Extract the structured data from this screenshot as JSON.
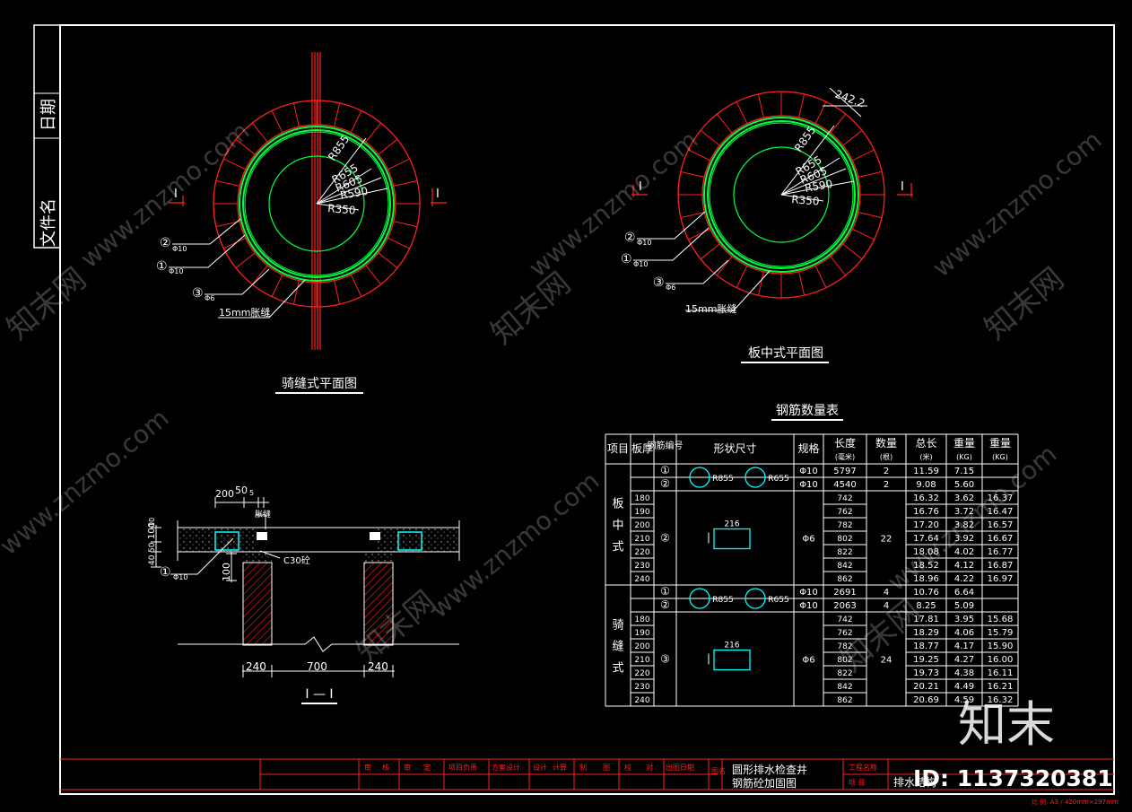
{
  "side_panel": {
    "date_label": "日期",
    "filename_label": "文件名"
  },
  "drawings": {
    "qifeng": {
      "title": "骑缝式平面图",
      "section_mark": "I",
      "radii": [
        "R855",
        "R655",
        "R605",
        "R590",
        "R350"
      ],
      "callouts": [
        {
          "num": "②",
          "spec": "Φ10"
        },
        {
          "num": "①",
          "spec": "Φ10"
        },
        {
          "num": "③",
          "spec": "Φ6"
        }
      ],
      "joint_label": "15mm胀缝"
    },
    "banzhong": {
      "title": "板中式平面图",
      "section_mark": "I",
      "top_dim": "242.2",
      "radii": [
        "R855",
        "R655",
        "R605",
        "R590",
        "R350"
      ],
      "callouts": [
        {
          "num": "②",
          "spec": "Φ10"
        },
        {
          "num": "①",
          "spec": "Φ10"
        },
        {
          "num": "③",
          "spec": "Φ6"
        }
      ],
      "joint_label": "15mm胀缝"
    },
    "section": {
      "title": "I — I",
      "top_dims": [
        "200",
        "50",
        "5"
      ],
      "joint_label": "胀缝",
      "concrete_label": "C30砼",
      "left_dims": [
        "100",
        "50",
        "40",
        "10"
      ],
      "callout": {
        "num": "①",
        "spec": "Φ10"
      },
      "dim_100": "100",
      "bottom_dims": [
        "240",
        "700",
        "240"
      ]
    }
  },
  "rebar_table": {
    "title": "钢筋数量表",
    "headers": {
      "item": "项目",
      "thickness": "板厚",
      "bar_no": "钢筋编号",
      "shape": "形状尺寸",
      "spec": "规格",
      "length": "长度",
      "length_unit": "(毫米)",
      "qty": "数量",
      "qty_unit": "(根)",
      "total_len": "总长",
      "total_len_unit": "(米)",
      "weight1": "重量",
      "weight1_unit": "(KG)",
      "weight2": "重量",
      "weight2_unit": "(KG)"
    },
    "groups": [
      {
        "name": "板中式",
        "ring_rows": [
          {
            "no": "①",
            "spec": "Φ10",
            "length": "5797",
            "qty": "2",
            "total": "11.59",
            "w1": "7.15",
            "w2": ""
          },
          {
            "no": "②",
            "spec": "Φ10",
            "length": "4540",
            "qty": "2",
            "total": "9.08",
            "w1": "5.60",
            "w2": ""
          }
        ],
        "ring_shape": {
          "r1": "R855",
          "r2": "R655"
        },
        "stirrup": {
          "no": "②",
          "spec": "Φ6",
          "qty": "22",
          "shape_dim": "216"
        },
        "rows": [
          {
            "t": "180",
            "length": "742",
            "total": "16.32",
            "w1": "3.62",
            "w2": "16.37"
          },
          {
            "t": "190",
            "length": "762",
            "total": "16.76",
            "w1": "3.72",
            "w2": "16.47"
          },
          {
            "t": "200",
            "length": "782",
            "total": "17.20",
            "w1": "3.82",
            "w2": "16.57"
          },
          {
            "t": "210",
            "length": "802",
            "total": "17.64",
            "w1": "3.92",
            "w2": "16.67"
          },
          {
            "t": "220",
            "length": "822",
            "total": "18.08",
            "w1": "4.02",
            "w2": "16.77"
          },
          {
            "t": "230",
            "length": "842",
            "total": "18.52",
            "w1": "4.12",
            "w2": "16.87"
          },
          {
            "t": "240",
            "length": "862",
            "total": "18.96",
            "w1": "4.22",
            "w2": "16.97"
          }
        ]
      },
      {
        "name": "骑缝式",
        "ring_rows": [
          {
            "no": "①",
            "spec": "Φ10",
            "length": "2691",
            "qty": "4",
            "total": "10.76",
            "w1": "6.64",
            "w2": ""
          },
          {
            "no": "②",
            "spec": "Φ10",
            "length": "2063",
            "qty": "4",
            "total": "8.25",
            "w1": "5.09",
            "w2": ""
          }
        ],
        "ring_shape": {
          "r1": "R855",
          "r2": "R655"
        },
        "stirrup": {
          "no": "③",
          "spec": "Φ6",
          "qty": "24",
          "shape_dim": "216"
        },
        "rows": [
          {
            "t": "180",
            "length": "742",
            "total": "17.81",
            "w1": "3.95",
            "w2": "15.68"
          },
          {
            "t": "190",
            "length": "762",
            "total": "18.29",
            "w1": "4.06",
            "w2": "15.79"
          },
          {
            "t": "200",
            "length": "782",
            "total": "18.77",
            "w1": "4.17",
            "w2": "15.90"
          },
          {
            "t": "210",
            "length": "802",
            "total": "19.25",
            "w1": "4.27",
            "w2": "16.00"
          },
          {
            "t": "220",
            "length": "822",
            "total": "19.73",
            "w1": "4.38",
            "w2": "16.11"
          },
          {
            "t": "230",
            "length": "842",
            "total": "20.21",
            "w1": "4.49",
            "w2": "16.21"
          },
          {
            "t": "240",
            "length": "862",
            "total": "20.69",
            "w1": "4.59",
            "w2": "16.32"
          }
        ]
      }
    ]
  },
  "title_block": {
    "roles": [
      "审",
      "核",
      "审",
      "定",
      "项目负责",
      "方案设计",
      "设计",
      "计算",
      "制",
      "图",
      "校",
      "对",
      "出图日期"
    ],
    "fig_label": "图名",
    "drawing_title_1": "圆形排水检查井",
    "drawing_title_2": "钢筋砼加固图",
    "project_label": "工程名称",
    "item_label": "项  目",
    "item_value": "排水结构",
    "scale_note": "比 例: A3 / 420mm×297mm"
  },
  "watermark": {
    "site": "www.znzmo.com",
    "brand": "知末网",
    "logo": "知末",
    "id": "ID: 1137320381"
  },
  "colors": {
    "red": "#ff2020",
    "green": "#00ff40",
    "white": "#ffffff",
    "cyan": "#00ffff",
    "bg": "#000000"
  }
}
